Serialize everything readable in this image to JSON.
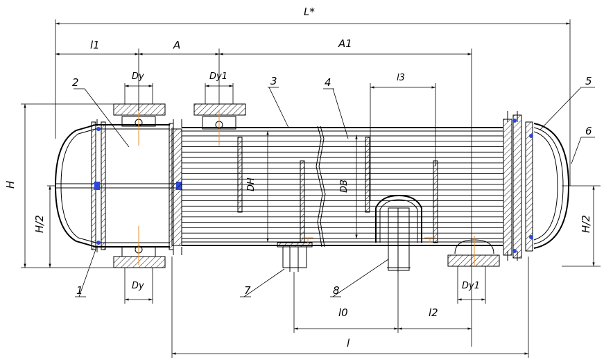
{
  "dimensions": {
    "total_length": "L*",
    "l1": "l1",
    "A": "A",
    "A1": "A1",
    "Dy": "Dy",
    "Dy1_top": "Dy1",
    "l3": "l3",
    "Dn": "DH",
    "Dv": "DB",
    "H": "H",
    "H_half_left": "H/2",
    "H_half_right": "H/2",
    "Dy_bottom": "Dy",
    "Dy1_bottom": "Dy1",
    "l0": "l0",
    "l2": "l2",
    "l": "l"
  },
  "callouts": [
    "1",
    "2",
    "3",
    "4",
    "5",
    "6",
    "7",
    "8"
  ]
}
